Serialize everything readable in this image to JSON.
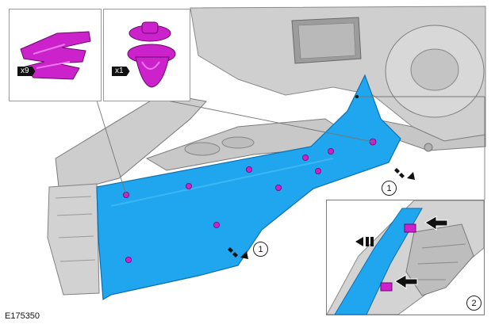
{
  "figure_id": "E175350",
  "callouts": {
    "clip_qty": "x9",
    "pin_qty": "x1"
  },
  "step_labels": {
    "main_lower": "1",
    "main_right": "1",
    "inset": "2"
  },
  "colors": {
    "panel": "#1fa6ee",
    "fastener": "#cc22cc",
    "line_art": "#d4d4d4"
  }
}
